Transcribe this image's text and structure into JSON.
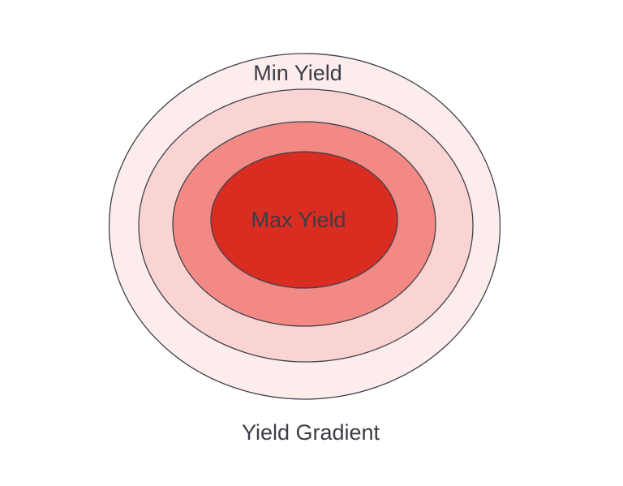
{
  "diagram": {
    "title": "Yield Gradient",
    "outer_label": "Min Yield",
    "inner_label": "Max Yield",
    "stroke_color": "#3f4249",
    "rings": [
      {
        "name": "ring-1-outer",
        "fill": "#fdecec"
      },
      {
        "name": "ring-2",
        "fill": "#fad4d3"
      },
      {
        "name": "ring-3",
        "fill": "#f28985"
      },
      {
        "name": "ring-4-inner",
        "fill": "#d92d22"
      }
    ]
  }
}
